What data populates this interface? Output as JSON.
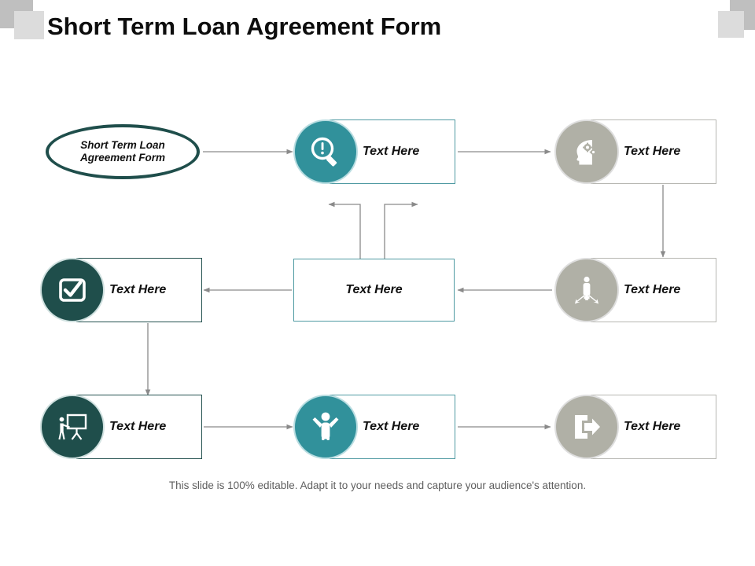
{
  "slide": {
    "title": "Short Term Loan Agreement Form",
    "footer": "This slide is 100% editable. Adapt it to your needs and capture your audience's attention.",
    "background_color": "#ffffff"
  },
  "palette": {
    "teal": "#31919b",
    "dark_teal": "#1f4e4b",
    "gray": "#b0b0a6",
    "box_border_teal": "#4f9aa2",
    "box_border_dark": "#255250",
    "box_border_gray": "#b7b7b2",
    "connector": "#808080",
    "deco_dark": "#bfbfbf",
    "deco_light": "#dcdcdc",
    "title_color": "#0d0d0d",
    "footer_color": "#5e5e5e"
  },
  "root": {
    "label": "Short Term Loan Agreement Form",
    "shape": "ellipse",
    "border_color": "#1f4e4b"
  },
  "nodes": [
    {
      "id": "node-1",
      "label": "Text Here",
      "icon": "magnifier-alert-icon",
      "color_name": "teal",
      "color": "#31919b",
      "position": "top-center"
    },
    {
      "id": "node-2",
      "label": "Text Here",
      "icon": "head-gears-icon",
      "color_name": "gray",
      "color": "#b0b0a6",
      "position": "top-right"
    },
    {
      "id": "node-3",
      "label": "Text Here",
      "icon": "checkbox-check-icon",
      "color_name": "dark",
      "color": "#1f4e4b",
      "position": "middle-left"
    },
    {
      "id": "node-4",
      "label": "Text Here",
      "icon": "person-arrows-icon",
      "color_name": "gray",
      "color": "#b0b0a6",
      "position": "middle-right"
    },
    {
      "id": "node-5",
      "label": "Text Here",
      "icon": "presentation-board-icon",
      "color_name": "dark",
      "color": "#1f4e4b",
      "position": "bottom-left"
    },
    {
      "id": "node-6",
      "label": "Text Here",
      "icon": "person-arms-up-icon",
      "color_name": "teal",
      "color": "#31919b",
      "position": "bottom-center"
    },
    {
      "id": "node-7",
      "label": "Text Here",
      "icon": "exit-door-icon",
      "color_name": "gray",
      "color": "#b0b0a6",
      "position": "bottom-right"
    }
  ],
  "center_node": {
    "id": "node-center",
    "label": "Text Here",
    "border_color": "#4f9aa2"
  }
}
